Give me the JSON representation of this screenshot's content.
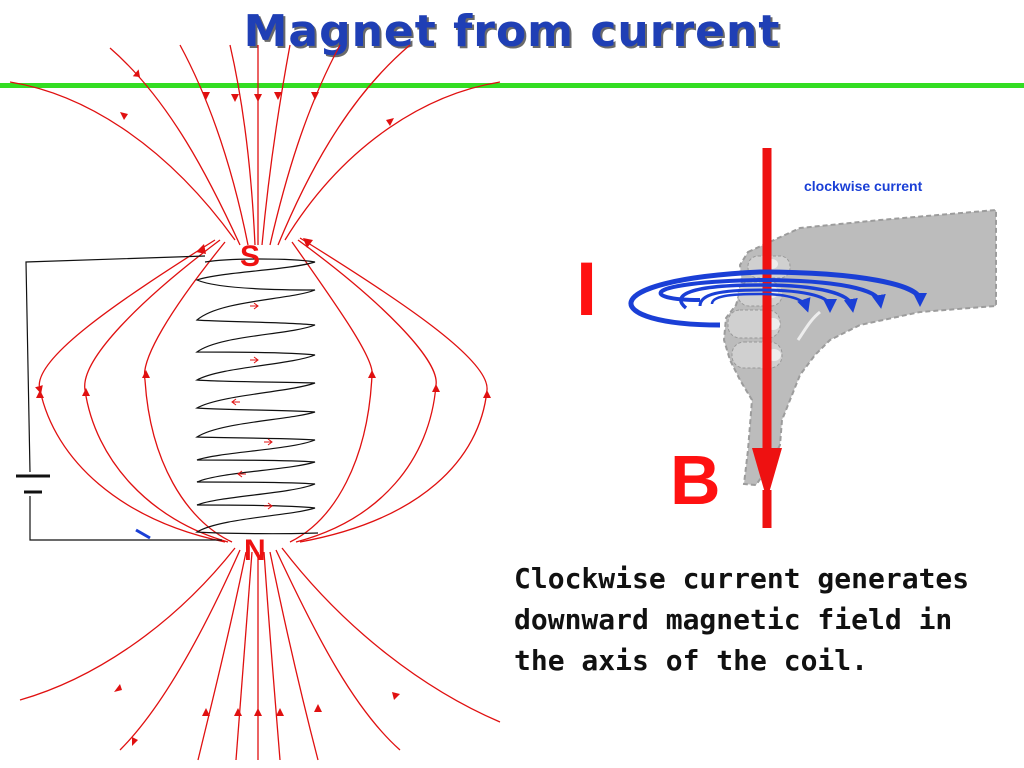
{
  "title": "Magnet from current",
  "colors": {
    "title": "#1f3fb5",
    "rule": "#33dd22",
    "field_lines": "#e01010",
    "current_arrows": "#1a3fd6",
    "hand": "#b8b8b8"
  },
  "solenoid": {
    "top_pole": "S",
    "bottom_pole": "N"
  },
  "right_hand": {
    "note": "clockwise current",
    "current_label": "I",
    "field_label": "B"
  },
  "caption": {
    "line1": "Clockwise current generates",
    "line2": "downward magnetic field in",
    "line3": "the axis of the coil."
  }
}
